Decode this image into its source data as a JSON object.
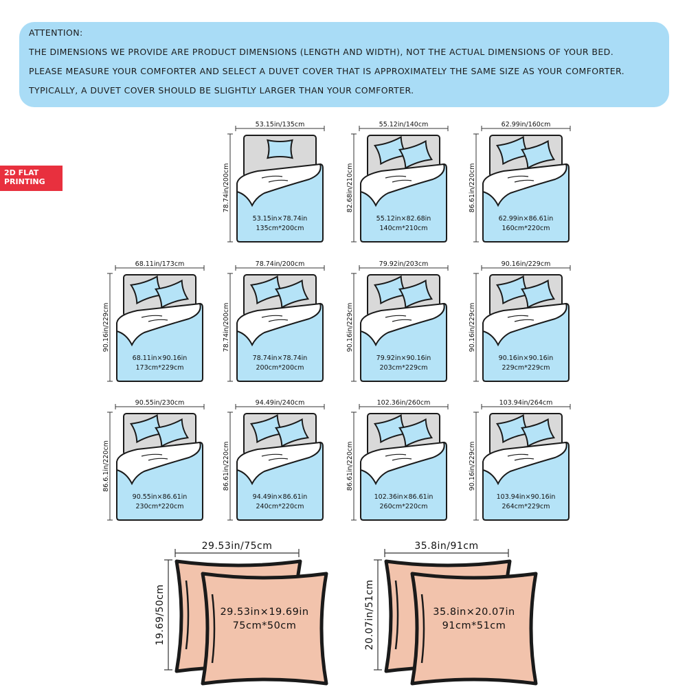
{
  "notice": {
    "heading": "ATTENTION:",
    "lines": [
      "THE DIMENSIONS WE PROVIDE ARE PRODUCT DIMENSIONS (LENGTH AND WIDTH), NOT THE ACTUAL DIMENSIONS OF YOUR BED.",
      "PLEASE MEASURE YOUR COMFORTER AND SELECT A DUVET COVER THAT IS APPROXIMATELY THE SAME SIZE AS YOUR COMFORTER.",
      "TYPICALLY, A DUVET COVER SHOULD BE SLIGHTLY LARGER THAN YOUR COMFORTER."
    ]
  },
  "badge": {
    "line1": "2D FLAT",
    "line2": "PRINTING"
  },
  "colors": {
    "notice_bg": "#a9dcf6",
    "badge_bg": "#e8303e",
    "duvet": "#b5e3f7",
    "headboard": "#d9d9d9",
    "pillowcase": "#f2c3ac",
    "outline": "#1a1a1a"
  },
  "bed_sizes": [
    {
      "width_label": "53.15in/135cm",
      "length_label": "78.74in/200cm",
      "dims_in": "53.15in×78.74in",
      "dims_cm": "135cm*200cm",
      "pillows": 1
    },
    {
      "width_label": "55.12in/140cm",
      "length_label": "82.68in/210cm",
      "dims_in": "55.12in×82.68in",
      "dims_cm": "140cm*210cm",
      "pillows": 2
    },
    {
      "width_label": "62.99in/160cm",
      "length_label": "86.61in/220cm",
      "dims_in": "62.99in×86.61in",
      "dims_cm": "160cm*220cm",
      "pillows": 2
    },
    {
      "width_label": "68.11in/173cm",
      "length_label": "90.16in/229cm",
      "dims_in": "68.11in×90.16in",
      "dims_cm": "173cm*229cm",
      "pillows": 2
    },
    {
      "width_label": "78.74in/200cm",
      "length_label": "78.74in/200cm",
      "dims_in": "78.74in×78.74in",
      "dims_cm": "200cm*200cm",
      "pillows": 2
    },
    {
      "width_label": "79.92in/203cm",
      "length_label": "90.16in/229cm",
      "dims_in": "79.92in×90.16in",
      "dims_cm": "203cm*229cm",
      "pillows": 2
    },
    {
      "width_label": "90.16in/229cm",
      "length_label": "90.16in/229cm",
      "dims_in": "90.16in×90.16in",
      "dims_cm": "229cm*229cm",
      "pillows": 2
    },
    {
      "width_label": "90.55in/230cm",
      "length_label": "86.6.1in/220cm",
      "dims_in": "90.55in×86.61in",
      "dims_cm": "230cm*220cm",
      "pillows": 2
    },
    {
      "width_label": "94.49in/240cm",
      "length_label": "86.61in/220cm",
      "dims_in": "94.49in×86.61in",
      "dims_cm": "240cm*220cm",
      "pillows": 2
    },
    {
      "width_label": "102.36in/260cm",
      "length_label": "86.61in/220cm",
      "dims_in": "102.36in×86.61in",
      "dims_cm": "260cm*220cm",
      "pillows": 2
    },
    {
      "width_label": "103.94in/264cm",
      "length_label": "90.16in/229cm",
      "dims_in": "103.94in×90.16in",
      "dims_cm": "264cm*229cm",
      "pillows": 2
    }
  ],
  "pillowcases": [
    {
      "width_label": "29.53in/75cm",
      "height_label": "19.69/50cm",
      "dims_in": "29.53in×19.69in",
      "dims_cm": "75cm*50cm"
    },
    {
      "width_label": "35.8in/91cm",
      "height_label": "20.07in/51cm",
      "dims_in": "35.8in×20.07in",
      "dims_cm": "91cm*51cm"
    }
  ]
}
